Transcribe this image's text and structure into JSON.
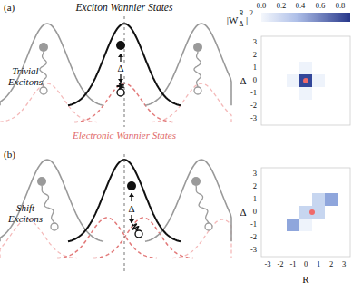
{
  "diagram": {
    "labels": [
      "(a)",
      "Exciton Wannier States",
      "Trivial Excitons",
      "Δ",
      "Electronic Wannier States",
      "(b)",
      "Shift Excitons",
      "Δ",
      "0.0",
      "0.2",
      "0.4",
      "0.6",
      "0.8",
      "|W",
      "R",
      "Δ",
      "|",
      "2",
      "3",
      "2",
      "1",
      "0",
      "-1",
      "-2",
      "-3",
      "Δ",
      "3",
      "2",
      "1",
      "0",
      "-1",
      "-2",
      "-3",
      "Δ",
      "-3",
      "-2",
      "-1",
      "0",
      "1",
      "2",
      "3",
      "R"
    ]
  }
}
